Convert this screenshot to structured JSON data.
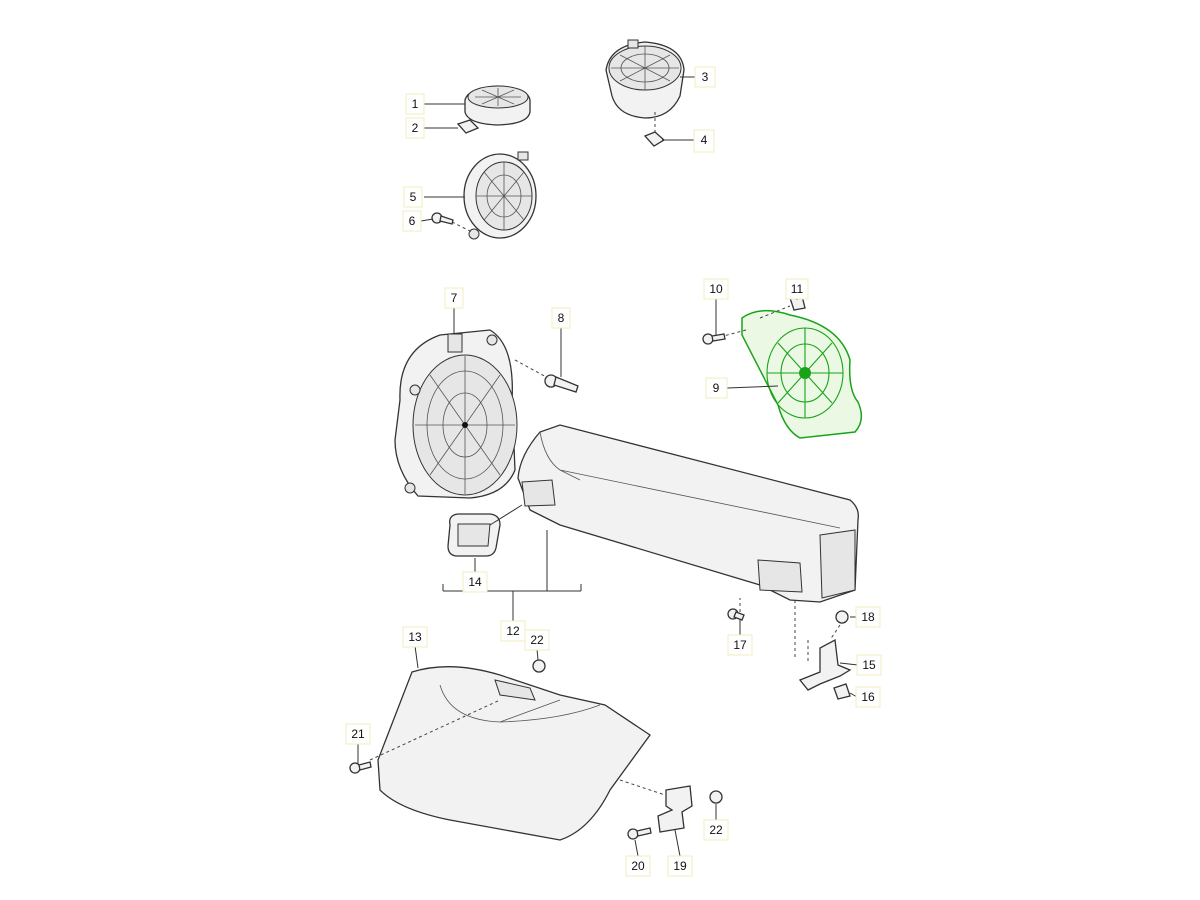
{
  "diagram": {
    "highlight_color": "#1aa31a",
    "labels": {
      "p1": "1",
      "p2": "2",
      "p3": "3",
      "p4": "4",
      "p5": "5",
      "p6": "6",
      "p7": "7",
      "p8": "8",
      "p9": "9",
      "p10": "10",
      "p11": "11",
      "p12": "12",
      "p13": "13",
      "p14": "14",
      "p15": "15",
      "p16": "16",
      "p17": "17",
      "p18": "18",
      "p19": "19",
      "p20": "20",
      "p21": "21",
      "p22a": "22",
      "p22b": "22"
    }
  }
}
